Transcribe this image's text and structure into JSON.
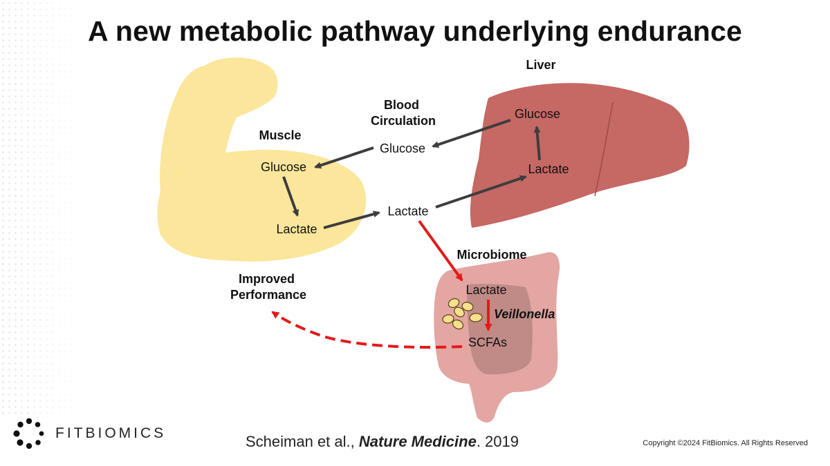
{
  "slide": {
    "title": "A new metabolic pathway underlying endurance"
  },
  "diagram": {
    "organs": {
      "muscle": "Muscle",
      "liver": "Liver",
      "blood": [
        "Blood",
        "Circulation"
      ],
      "microbiome": "Microbiome"
    },
    "nodes": {
      "muscle_glucose": "Glucose",
      "muscle_lactate": "Lactate",
      "blood_glucose": "Glucose",
      "blood_lactate": "Lactate",
      "liver_glucose": "Glucose",
      "liver_lactate": "Lactate",
      "gut_lactate": "Lactate",
      "gut_scfas": "SCFAs"
    },
    "bacteria": "Veillonella",
    "outcome": [
      "Improved",
      "Performance"
    ],
    "colors": {
      "muscle": "#fbe69b",
      "liver": "#c66864",
      "liver_outline": "#9e4a48",
      "gut": "#e3a6a2",
      "gut_inner": "#c08b87",
      "bacteria_fill": "#f8df8c",
      "arrow_dark": "#3d3d3d",
      "arrow_red": "#e31a1a"
    }
  },
  "footer": {
    "brand": "FITBIOMICS",
    "logo_icon": "dot-ring-logo",
    "citation_authors": "Scheiman et al., ",
    "citation_journal": "Nature Medicine",
    "citation_year": ". 2019",
    "copyright": "Copyright ©2024 FitBiomics. All Rights Reserved"
  }
}
